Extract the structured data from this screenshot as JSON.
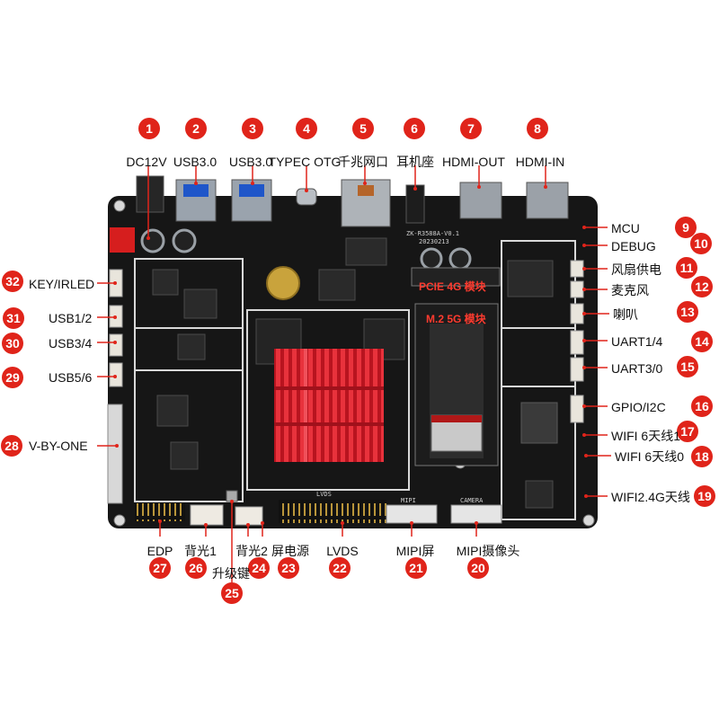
{
  "colors": {
    "badge": "#e0241a",
    "board": "#1a1a1a",
    "heatsink": "#d81e2a",
    "silkscreen_box": "#d9d9d9",
    "leader": "#e0241a"
  },
  "board": {
    "model_text": "ZK-R3588A-V0.1",
    "date_text": "20230213",
    "pcie_label": "PCIE 4G 模块",
    "m2_label": "M.2 5G 模块",
    "lvds_text": "LVDS",
    "mipi_text": "MIPI",
    "camera_text": "CAMERA"
  },
  "callouts": [
    {
      "id": "1",
      "label": "DC12V"
    },
    {
      "id": "2",
      "label": "USB3.0"
    },
    {
      "id": "3",
      "label": "USB3.0"
    },
    {
      "id": "4",
      "label": "TYPEC OTG"
    },
    {
      "id": "5",
      "label": "千兆网口"
    },
    {
      "id": "6",
      "label": "耳机座"
    },
    {
      "id": "7",
      "label": "HDMI-OUT"
    },
    {
      "id": "8",
      "label": "HDMI-IN"
    },
    {
      "id": "9",
      "label": "MCU"
    },
    {
      "id": "10",
      "label": "DEBUG"
    },
    {
      "id": "11",
      "label": "风扇供电"
    },
    {
      "id": "12",
      "label": "麦克风"
    },
    {
      "id": "13",
      "label": "喇叭"
    },
    {
      "id": "14",
      "label": "UART1/4"
    },
    {
      "id": "15",
      "label": "UART3/0"
    },
    {
      "id": "16",
      "label": "GPIO/I2C"
    },
    {
      "id": "17",
      "label": "WIFI 6天线1"
    },
    {
      "id": "18",
      "label": "WIFI 6天线0"
    },
    {
      "id": "19",
      "label": "WIFI2.4G天线"
    },
    {
      "id": "20",
      "label": "MIPI摄像头"
    },
    {
      "id": "21",
      "label": "MIPI屏"
    },
    {
      "id": "22",
      "label": "LVDS"
    },
    {
      "id": "23",
      "label": "屏电源"
    },
    {
      "id": "24",
      "label": "背光2"
    },
    {
      "id": "25",
      "label": "升级键"
    },
    {
      "id": "26",
      "label": "背光1"
    },
    {
      "id": "27",
      "label": "EDP"
    },
    {
      "id": "28",
      "label": "V-BY-ONE"
    },
    {
      "id": "29",
      "label": "USB5/6"
    },
    {
      "id": "30",
      "label": "USB3/4"
    },
    {
      "id": "31",
      "label": "USB1/2"
    },
    {
      "id": "32",
      "label": "KEY/IRLED"
    }
  ]
}
